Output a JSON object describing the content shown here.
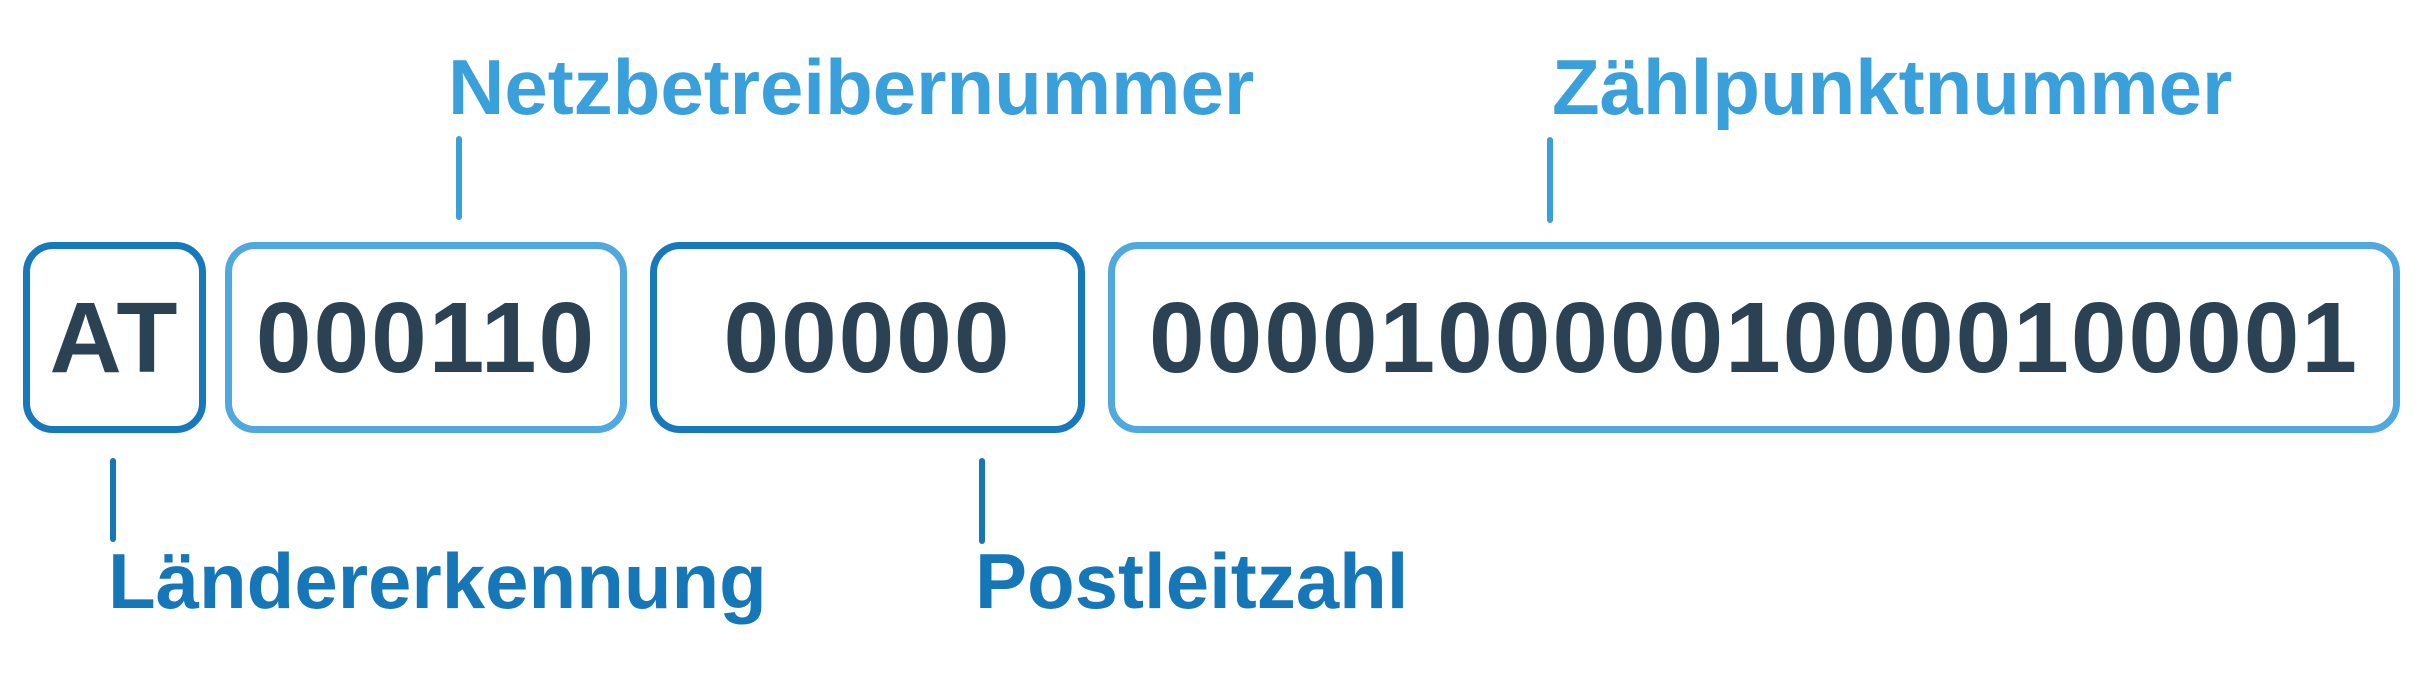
{
  "colors": {
    "background": "#ffffff",
    "digit-text": "#2B4255",
    "border-dark": "#1779BB",
    "border-light": "#4FA8DE",
    "label-top": "#3AA0DC",
    "label-bottom": "#1576B8"
  },
  "segments": [
    {
      "name": "Ländererkennung",
      "value": "AT"
    },
    {
      "name": "Netzbetreibernummer",
      "value": "000110"
    },
    {
      "name": "Postleitzahl",
      "value": "00000"
    },
    {
      "name": "Zählpunktnummer",
      "value": "000010000010000100001"
    }
  ],
  "annotations": {
    "netzbetreibernummer": {
      "text": "Netzbetreibernummer",
      "position": "top"
    },
    "zaehlpunktnummer": {
      "text": "Zählpunktnummer",
      "position": "top"
    },
    "laendererkennung": {
      "text": "Ländererkennung",
      "position": "bottom"
    },
    "postleitzahl": {
      "text": "Postleitzahl",
      "position": "bottom"
    }
  }
}
